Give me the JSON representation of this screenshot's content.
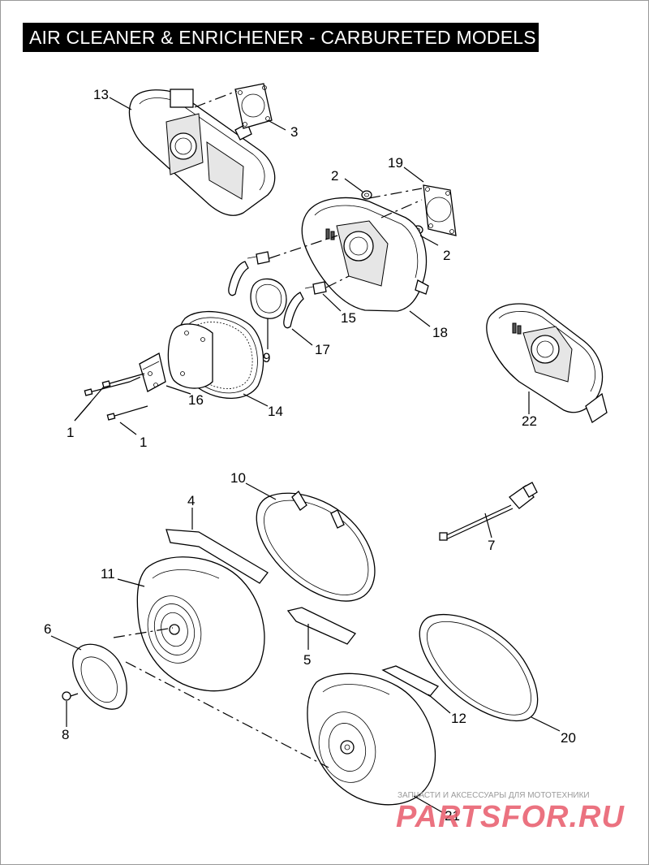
{
  "title": "AIR CLEANER & ENRICHENER - CARBURETED MODELS",
  "callouts": [
    "13",
    "3",
    "2",
    "19",
    "2",
    "15",
    "18",
    "9",
    "17",
    "16",
    "14",
    "1",
    "1",
    "22",
    "10",
    "4",
    "7",
    "11",
    "6",
    "5",
    "8",
    "12",
    "20",
    "21"
  ],
  "watermark": {
    "tagline": "ЗАПЧАСТИ И АКСЕССУАРЫ ДЛЯ МОТОТЕХНИКИ",
    "brand": "PARTSFOR.RU"
  },
  "colors": {
    "title_bg": "#000000",
    "title_fg": "#ffffff",
    "watermark": "#e85a6a"
  }
}
